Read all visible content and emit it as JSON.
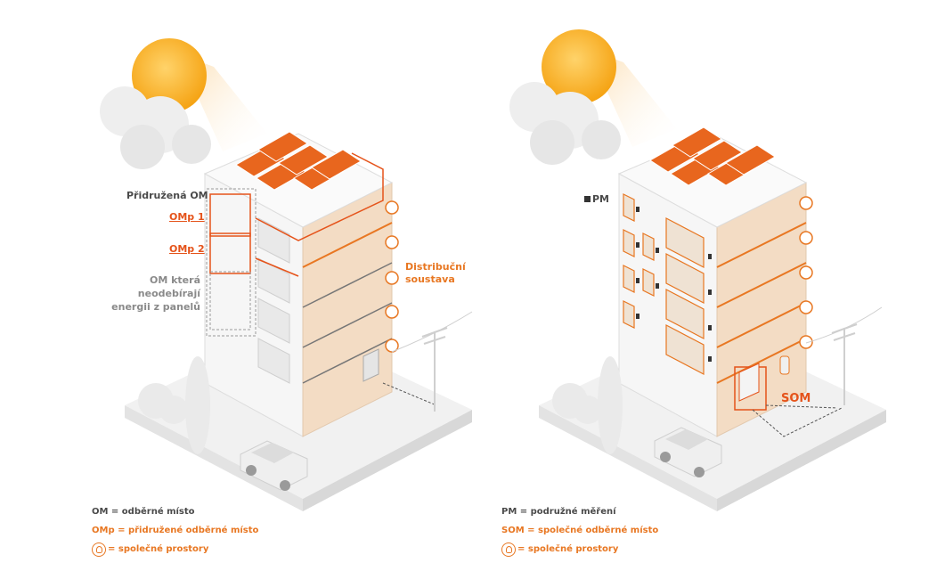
{
  "left": {
    "labels": {
      "associated_om": "Přidružená OM",
      "omp1": "OMp 1",
      "omp2": "OMp 2",
      "distribution_line1": "Distribuční",
      "distribution_line2": "soustava",
      "non_panel_line1": "OM která",
      "non_panel_line2": "neodebírají",
      "non_panel_line3": "energii z panelů"
    },
    "legend": {
      "om": "OM = odběrné místo",
      "omp": "OMp = přidružené odběrné místo",
      "common": "= společné prostory"
    }
  },
  "right": {
    "labels": {
      "pm": "PM",
      "som": "SOM"
    },
    "legend": {
      "pm": "PM = podružné měření",
      "som": "SOM = společné odběrné místo",
      "common": "= společné prostory"
    }
  },
  "colors": {
    "orange": "#e87722",
    "red_orange": "#e5531a",
    "dark_text": "#4a4a4a",
    "grey_text": "#8a8a8a",
    "floor_fill": "#f3dcc4",
    "sun": "#f5a313"
  },
  "icons": [
    "sun-icon",
    "cloud-icon",
    "solar-panel-icon",
    "lightbulb-icon",
    "car-icon",
    "tree-icon",
    "power-pole-icon",
    "electricity-meter-icon",
    "battery-icon"
  ]
}
